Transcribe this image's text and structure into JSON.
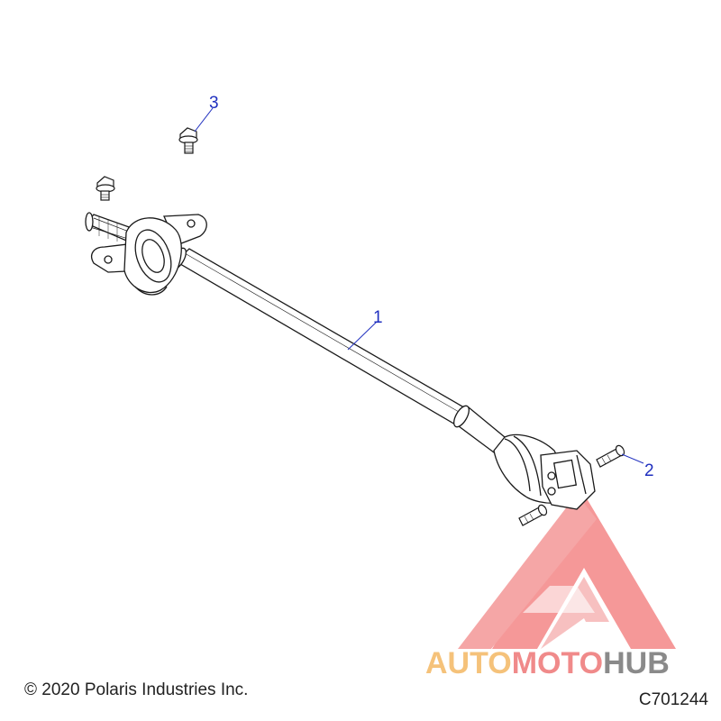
{
  "callouts": [
    {
      "label": "1"
    },
    {
      "label": "2"
    },
    {
      "label": "3"
    }
  ],
  "footer": {
    "copyright": "© 2020 Polaris Industries Inc.",
    "figure_code": "C701244"
  },
  "watermark": {
    "part1": "AUTO",
    "part2": "MOTO",
    "part3": "HUB",
    "color_part1": "#f5c27a",
    "color_part2": "#f08a8a",
    "color_part3": "#8a8a8a"
  },
  "colors": {
    "callout": "#1f2fbf",
    "line_art": "#1a1a1a",
    "logo_red": "#e84a4a"
  }
}
